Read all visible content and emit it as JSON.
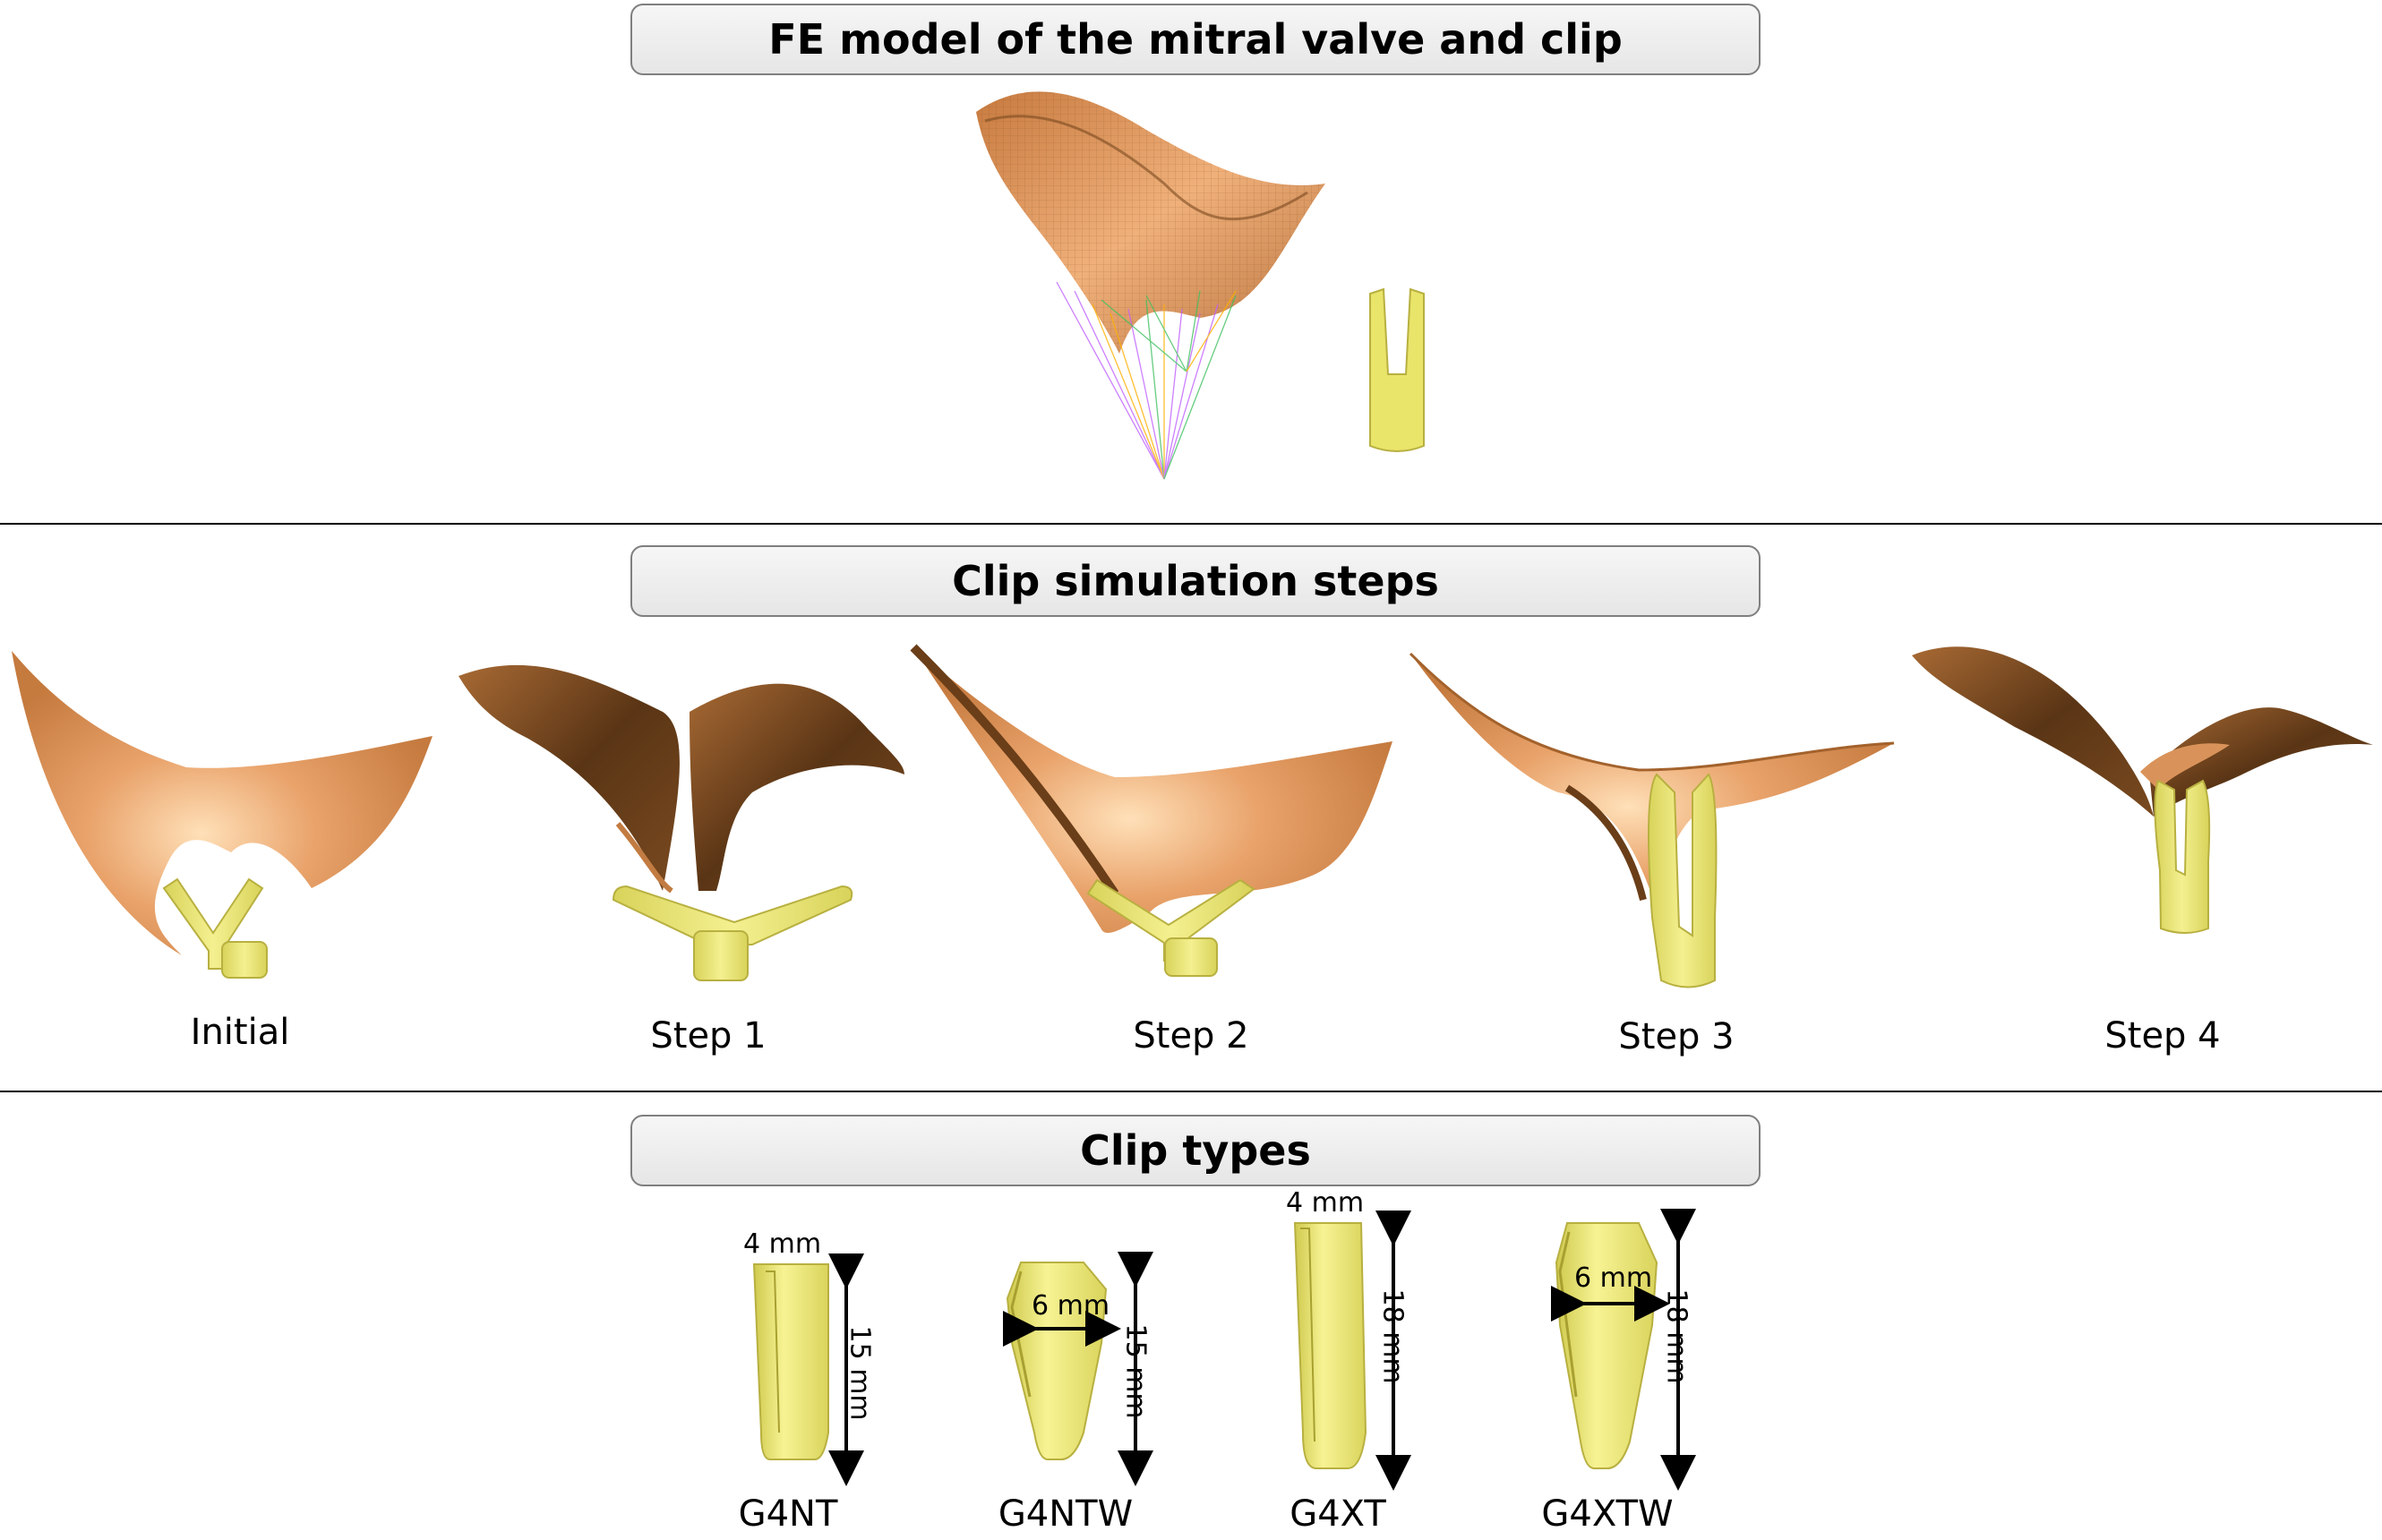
{
  "sections": {
    "fe_model": {
      "title": "FE model of the mitral valve and clip"
    },
    "simulation": {
      "title": "Clip simulation steps",
      "steps": [
        {
          "label": "Initial"
        },
        {
          "label": "Step 1"
        },
        {
          "label": "Step 2"
        },
        {
          "label": "Step 3"
        },
        {
          "label": "Step 4"
        }
      ]
    },
    "clip_types": {
      "title": "Clip types",
      "types": [
        {
          "name": "G4NT",
          "width": "4 mm",
          "length": "15 mm"
        },
        {
          "name": "G4NTW",
          "width": "6 mm",
          "length": "15 mm"
        },
        {
          "name": "G4XT",
          "width": "4 mm",
          "length": "18 mm"
        },
        {
          "name": "G4XTW",
          "width": "6 mm",
          "length": "18 mm"
        }
      ]
    }
  },
  "colors": {
    "leaflet_light": "#e9a36b",
    "leaflet_dark": "#5a3515",
    "clip": "#eeea7a",
    "chordae": [
      "#c060ff",
      "#ffb000",
      "#40c060"
    ]
  }
}
